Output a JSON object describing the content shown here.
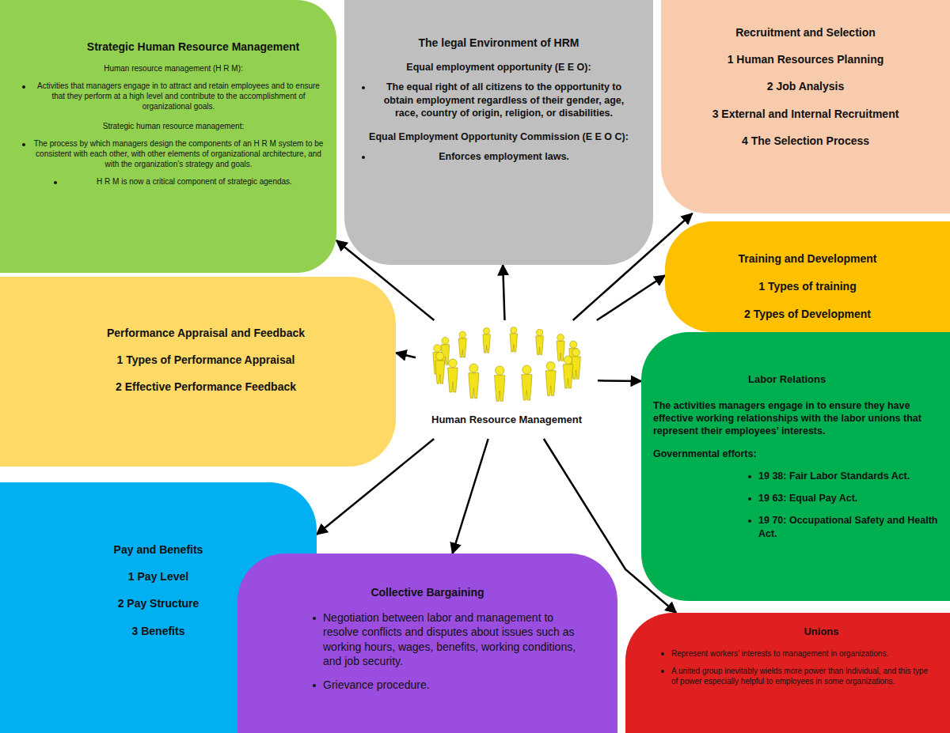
{
  "diagram": {
    "nodes": [
      {
        "text": [
          "Strategic Human Resource Management",
          "Human resource management (H R M):",
          "Activities that managers engage in to attract and retain employees and to ensure that they perform at a high level and contribute to the accomplishment of organizational goals.",
          "Strategic human resource management:",
          "The process by which managers design the components of an H R M system to be consistent with each other, with other elements of organizational architecture, and with the organization’s strategy and goals.",
          "H R M is now a critical component of strategic agendas."
        ]
      },
      {
        "text": [
          "The legal Environment of HRM",
          "Equal employment opportunity (E E O):",
          "The equal right of all citizens to the opportunity to obtain employment regardless of their gender, age, race, country of origin, religion, or disabilities.",
          "Equal Employment Opportunity Commission (E E O C):",
          "Enforces employment laws."
        ]
      },
      {
        "text": [
          "Recruitment and Selection",
          "1 Human Resources Planning",
          "2 Job Analysis",
          "3 External and Internal Recruitment",
          "4 The Selection Process"
        ]
      },
      {
        "text": [
          "Training and Development",
          "1 Types of training",
          "2 Types of Development"
        ]
      },
      {
        "text": [
          "Performance Appraisal and Feedback",
          "1 Types of Performance Appraisal",
          "2 Effective Performance Feedback"
        ]
      },
      {
        "text": [
          "Human Resource Management"
        ]
      },
      {
        "text": [
          "Labor Relations",
          "The activities managers engage in to ensure they have effective working relationships with the labor unions that represent their employees’ interests.",
          "Governmental efforts:",
          "19 38: Fair Labor Standards Act.",
          "19 63: Equal Pay Act.",
          "19 70: Occupational Safety and Health Act."
        ]
      },
      {
        "text": [
          "Pay and Benefits",
          "1 Pay Level",
          "2 Pay Structure",
          "3 Benefits"
        ]
      },
      {
        "text": [
          "Collective Bargaining",
          "Negotiation between labor and management to resolve conflicts and disputes about issues such as working hours, wages, benefits, working conditions, and job security.",
          "Grievance procedure."
        ]
      },
      {
        "text": [
          "Unions",
          "Represent workers’ interests to management in organizations.",
          "A united group inevitably wields more power than individual, and this type of power especially helpful to employees in some organizations."
        ]
      }
    ],
    "edges": [
      {
        "from": 5,
        "to": 0,
        "arrow": "to"
      },
      {
        "from": 5,
        "to": 1,
        "arrow": "to"
      },
      {
        "from": 5,
        "to": 2,
        "arrow": "to"
      },
      {
        "from": 5,
        "to": 3,
        "arrow": "to"
      },
      {
        "from": 5,
        "to": 4,
        "arrow": "to"
      },
      {
        "from": 5,
        "to": 6,
        "arrow": "to"
      },
      {
        "from": 5,
        "to": 7,
        "arrow": "to"
      },
      {
        "from": 5,
        "to": 8,
        "arrow": "to"
      },
      {
        "from": 5,
        "to": 9,
        "arrow": "to"
      }
    ]
  }
}
